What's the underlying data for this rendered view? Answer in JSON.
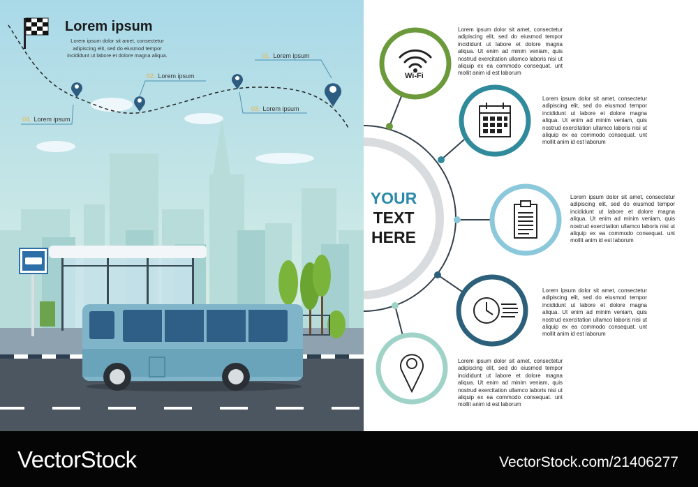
{
  "header": {
    "title": "Lorem ipsum",
    "subtitle": "Lorem ipsum dolor sit amet, consectetur adipiscing elit, sed do eiusmod tempor incididunt ut labore et dolore magna aliqua."
  },
  "route": [
    {
      "num": "01.",
      "label": "Lorem ipsum"
    },
    {
      "num": "02.",
      "label": "Lorem ipsum"
    },
    {
      "num": "03.",
      "label": "Lorem ipsum"
    },
    {
      "num": "04.",
      "label": "Lorem ipsum"
    }
  ],
  "center": {
    "line1": "YOUR",
    "line2": "TEXT",
    "line3": "HERE"
  },
  "items": [
    {
      "icon": "wifi-icon",
      "label": "Wi-Fi",
      "color": "#6b9a3b",
      "text": "Lorem ipsum dolor sit amet, consectetur adipiscing elit, sed do eiusmod tempor incididunt ut labore et dolore magna aliqua. Ut enim ad minim veniam, quis nostrud exercitation ullamco laboris nisi ut aliquip ex ea commodo consequat. unt mollit anim id est laborum"
    },
    {
      "icon": "calendar-icon",
      "color": "#2f8a9c",
      "text": "Lorem ipsum dolor sit amet, consectetur adipiscing elit, sed do eiusmod tempor incididunt ut labore et dolore magna aliqua. Ut enim ad minim veniam, quis nostrud exercitation ullamco laboris nisi ut aliquip ex ea commodo consequat. unt mollit anim id est laborum"
    },
    {
      "icon": "clipboard-icon",
      "color": "#8cc8dc",
      "text": "Lorem ipsum dolor sit amet, consectetur adipiscing elit, sed do eiusmod tempor incididunt ut labore et dolore magna aliqua. Ut enim ad minim veniam, quis nostrud exercitation ullamco laboris nisi ut aliquip ex ea commodo consequat. unt mollit anim id est laborum"
    },
    {
      "icon": "clock-icon",
      "color": "#2c5f7a",
      "text": "Lorem ipsum dolor sit amet, consectetur adipiscing elit, sed do eiusmod tempor incididunt ut labore et dolore magna aliqua. Ut enim ad minim veniam, quis nostrud exercitation ullamco laboris nisi ut aliquip ex ea commodo consequat. unt mollit anim id est laborum"
    },
    {
      "icon": "location-pin-icon",
      "color": "#9fd3c8",
      "text": "Lorem ipsum dolor sit amet, consectetur adipiscing elit, sed do eiusmod tempor incididunt ut labore et dolore magna aliqua. Ut enim ad minim veniam, quis nostrud exercitation ullamco laboris nisi ut aliquip ex ea commodo consequat. unt mollit anim id est laborum"
    }
  ],
  "footer": {
    "brand": "VectorStock",
    "id": "VectorStock.com/21406277"
  }
}
